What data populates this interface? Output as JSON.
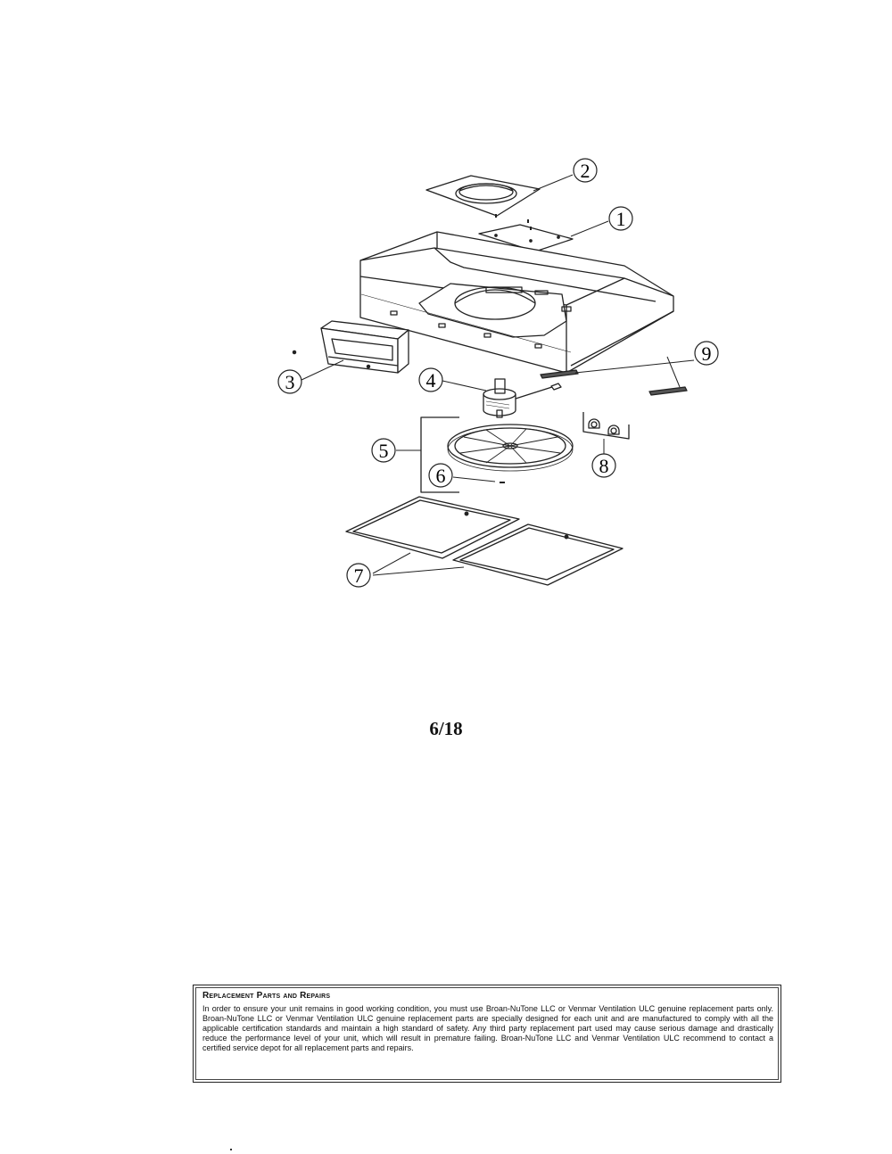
{
  "diagram": {
    "callouts": [
      "2",
      "1",
      "9",
      "3",
      "4",
      "5",
      "8",
      "6",
      "7"
    ]
  },
  "page_number": "6/18",
  "notice": {
    "title": "Replacement Parts and Repairs",
    "body": "In order to ensure your unit remains in good working condition, you must use Broan-NuTone LLC or Venmar Ventilation ULC genuine replacement parts only. Broan-NuTone LLC or Venmar Ventilation ULC genuine replacement parts are specially designed for each unit and are manufactured to comply with all the applicable certification standards and maintain a high standard of safety. Any third party replacement part used may cause serious damage and drastically reduce the performance level of your unit, which will result in premature failing. Broan-NuTone LLC and Venmar Ventilation ULC recommend to contact a certified service depot for all replacement parts and repairs."
  }
}
